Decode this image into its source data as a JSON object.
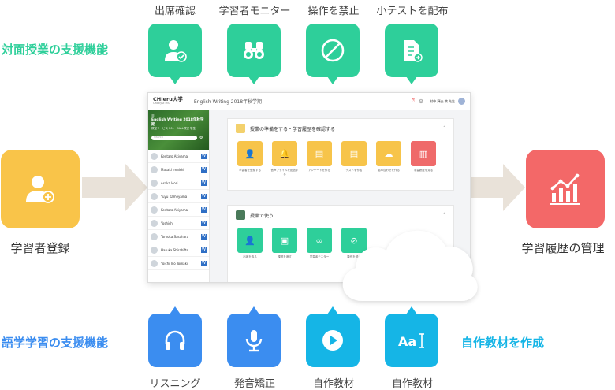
{
  "top_section": {
    "title": "対面授業の支援機能",
    "title_color": "#2ecf9a",
    "items": [
      {
        "label": "出席確認",
        "icon": "user-check-icon"
      },
      {
        "label": "学習者モニター",
        "icon": "binoculars-icon"
      },
      {
        "label": "操作を禁止",
        "icon": "prohibit-icon"
      },
      {
        "label": "小テストを配布",
        "icon": "document-send-icon"
      }
    ]
  },
  "bottom_section": {
    "title": "語学学習の支援機能",
    "title_color": "#3b8df0",
    "right_title": "自作教材を作成",
    "right_title_color": "#15b5e6",
    "items": [
      {
        "label": "リスニング",
        "icon": "headphones-icon"
      },
      {
        "label": "発音矯正",
        "icon": "microphone-icon"
      },
      {
        "label": "自作教材",
        "icon": "play-icon"
      },
      {
        "label": "自作教材",
        "icon": "text-aa-icon"
      }
    ]
  },
  "left": {
    "label": "学習者登録",
    "icon": "add-user-icon",
    "color": "#f9c449"
  },
  "right": {
    "label": "学習履歴の管理",
    "icon": "bar-chart-icon",
    "color": "#f36868"
  },
  "screenshot": {
    "app_name": "CHIeru大学",
    "app_sub": "Catalyst MS",
    "course": "English Writing 2018年秋学期",
    "teacher": "村中 輝夫 教 先生",
    "side_title": "English Writing 2018年秋学期",
    "side_sub": "教室サービス 201 · CALL教室 学生",
    "search_placeholder": "Search",
    "students": [
      "Kentaro Akiyama",
      "Masaki Imaishi",
      "Asaka Hori",
      "Yuyu Kameyama",
      "Kentaro Akiyama",
      "Yoshichi",
      "Tomoka Sasahara",
      "Haruka Shirahifts",
      "Yoichi Ino Tomaki"
    ],
    "panel1_title": "授業の準備をする・学習履歴を確認する",
    "panel1_items": [
      "学習者を登録する",
      "音声ファイルを配信する",
      "アンケートを作る",
      "テストを作る",
      "組み合わせを作る",
      "学習履歴を見る"
    ],
    "panel2_title": "授業で使う",
    "panel2_items": [
      "出席を取る",
      "課題を渡す",
      "学習者モニター",
      "操作を禁止"
    ]
  }
}
